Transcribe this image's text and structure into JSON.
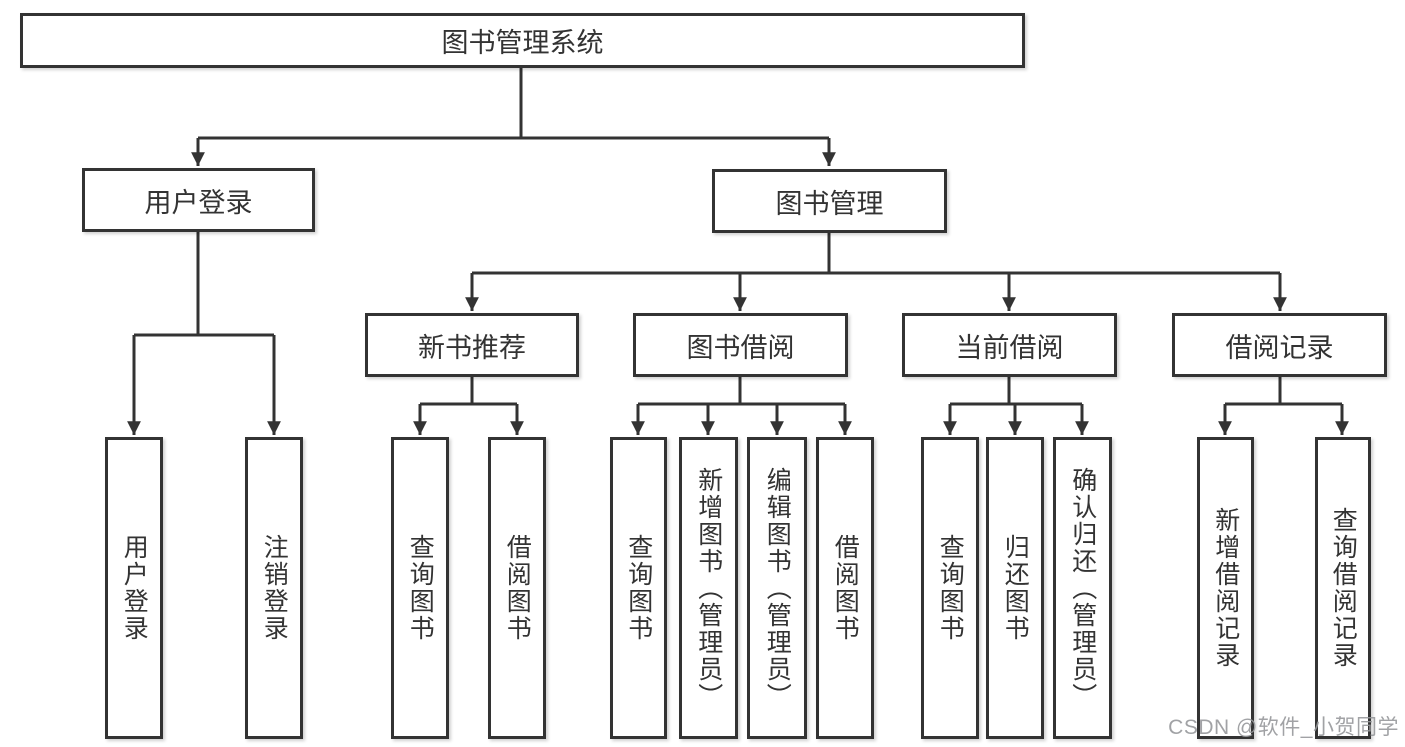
{
  "page": {
    "background": "#ffffff"
  },
  "colors": {
    "line": "#333333",
    "border": "#333333",
    "box_fill": "#ffffff",
    "text": "#333333",
    "watermark": "#97999c"
  },
  "watermark": {
    "text": "CSDN @软件_小贺同学"
  },
  "diagram": {
    "type": "hierarchy-tree",
    "title": "图书管理系统",
    "nodes": [
      {
        "id": "root",
        "label": "图书管理系统",
        "parent": null,
        "level": 0
      },
      {
        "id": "user-login",
        "label": "用户登录",
        "parent": "root",
        "level": 1
      },
      {
        "id": "book-management",
        "label": "图书管理",
        "parent": "root",
        "level": 1
      },
      {
        "id": "new-book-recommend",
        "label": "新书推荐",
        "parent": "book-management",
        "level": 2
      },
      {
        "id": "book-borrow",
        "label": "图书借阅",
        "parent": "book-management",
        "level": 2
      },
      {
        "id": "current-borrow",
        "label": "当前借阅",
        "parent": "book-management",
        "level": 2
      },
      {
        "id": "borrow-record",
        "label": "借阅记录",
        "parent": "book-management",
        "level": 2
      },
      {
        "id": "leaf-user-login",
        "label": "用户登录",
        "parent": "user-login",
        "level": 3
      },
      {
        "id": "leaf-logout",
        "label": "注销登录",
        "parent": "user-login",
        "level": 3
      },
      {
        "id": "leaf-nb-query-book",
        "label": "查询图书",
        "parent": "new-book-recommend",
        "level": 3
      },
      {
        "id": "leaf-nb-borrow-book",
        "label": "借阅图书",
        "parent": "new-book-recommend",
        "level": 3
      },
      {
        "id": "leaf-bb-query-book",
        "label": "查询图书",
        "parent": "book-borrow",
        "level": 3
      },
      {
        "id": "leaf-bb-add-book",
        "label": "新增图书（管理员）",
        "parent": "book-borrow",
        "level": 3
      },
      {
        "id": "leaf-bb-edit-book",
        "label": "编辑图书（管理员）",
        "parent": "book-borrow",
        "level": 3
      },
      {
        "id": "leaf-bb-borrow-book",
        "label": "借阅图书",
        "parent": "book-borrow",
        "level": 3
      },
      {
        "id": "leaf-cb-query-book",
        "label": "查询图书",
        "parent": "current-borrow",
        "level": 3
      },
      {
        "id": "leaf-cb-return-book",
        "label": "归还图书",
        "parent": "current-borrow",
        "level": 3
      },
      {
        "id": "leaf-cb-confirm-return",
        "label": "确认归还（管理员）",
        "parent": "current-borrow",
        "level": 3
      },
      {
        "id": "leaf-br-add-record",
        "label": "新增借阅记录",
        "parent": "borrow-record",
        "level": 3
      },
      {
        "id": "leaf-br-query-record",
        "label": "查询借阅记录",
        "parent": "borrow-record",
        "level": 3
      }
    ]
  }
}
